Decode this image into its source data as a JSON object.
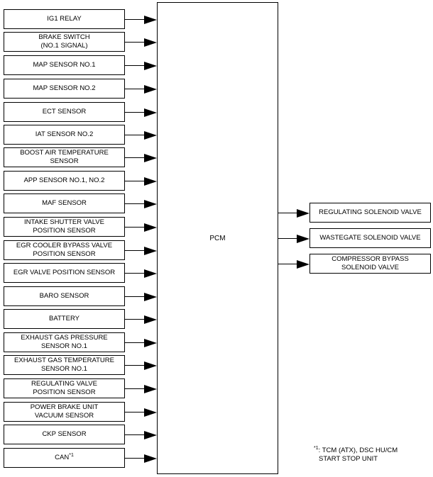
{
  "pcm": {
    "label": "PCM"
  },
  "inputs": [
    {
      "lines": [
        "IG1 RELAY"
      ]
    },
    {
      "lines": [
        "BRAKE SWITCH",
        "(NO.1 SIGNAL)"
      ]
    },
    {
      "lines": [
        "MAP SENSOR NO.1"
      ]
    },
    {
      "lines": [
        "MAP SENSOR NO.2"
      ]
    },
    {
      "lines": [
        "ECT SENSOR"
      ]
    },
    {
      "lines": [
        "IAT SENSOR NO.2"
      ]
    },
    {
      "lines": [
        "BOOST AIR TEMPERATURE",
        "SENSOR"
      ]
    },
    {
      "lines": [
        "APP SENSOR NO.1, NO.2"
      ]
    },
    {
      "lines": [
        "MAF SENSOR"
      ]
    },
    {
      "lines": [
        "INTAKE SHUTTER VALVE",
        "POSITION SENSOR"
      ]
    },
    {
      "lines": [
        "EGR COOLER BYPASS VALVE",
        "POSITION SENSOR"
      ]
    },
    {
      "lines": [
        "EGR VALVE POSITION SENSOR"
      ]
    },
    {
      "lines": [
        "BARO SENSOR"
      ]
    },
    {
      "lines": [
        "BATTERY"
      ]
    },
    {
      "lines": [
        "EXHAUST GAS PRESSURE",
        "SENSOR NO.1"
      ]
    },
    {
      "lines": [
        "EXHAUST GAS TEMPERATURE",
        "SENSOR NO.1"
      ]
    },
    {
      "lines": [
        "REGULATING VALVE",
        "POSITION SENSOR"
      ]
    },
    {
      "lines": [
        "POWER BRAKE UNIT",
        "VACUUM SENSOR"
      ]
    },
    {
      "lines": [
        "CKP SENSOR"
      ]
    },
    {
      "lines": [
        "CAN"
      ],
      "sup": "*1"
    }
  ],
  "outputs": [
    {
      "lines": [
        "REGULATING SOLENOID VALVE"
      ]
    },
    {
      "lines": [
        "WASTEGATE SOLENOID VALVE"
      ]
    },
    {
      "lines": [
        "COMPRESSOR BYPASS",
        "SOLENOID VALVE"
      ]
    }
  ],
  "footnote": {
    "mark": "*1",
    "line1": ": TCM (ATX), DSC HU/CM",
    "line2": "START STOP UNIT"
  }
}
